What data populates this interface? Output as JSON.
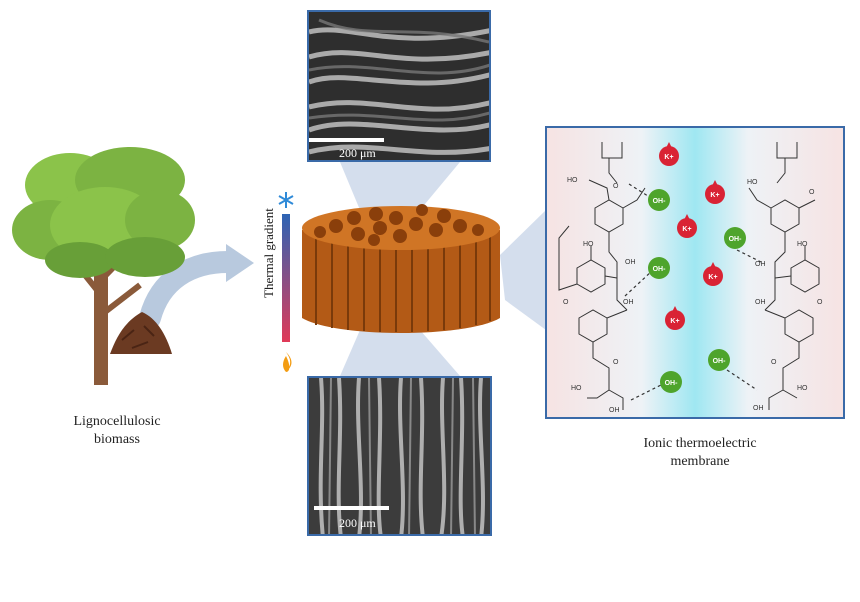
{
  "left": {
    "caption_line1": "Lignocellulosic",
    "caption_line2": "biomass"
  },
  "center": {
    "gradient_label": "Thermal gradient",
    "top_scalebar": "200 μm",
    "bottom_scalebar": "200 μm"
  },
  "right": {
    "caption_line1": "Ionic thermoelectric",
    "caption_line2": "membrane",
    "cation_label": "K+",
    "anion_label": "OH-"
  },
  "colors": {
    "frame": "#3a6aa8",
    "cation": "#d92334",
    "anion": "#4ea42c",
    "tree_leaves": "#7cb342",
    "trunk": "#8a5a3a",
    "membrane_core": "#b35a16",
    "gradient_top": "#2d64b4",
    "gradient_bottom": "#e03a58"
  }
}
